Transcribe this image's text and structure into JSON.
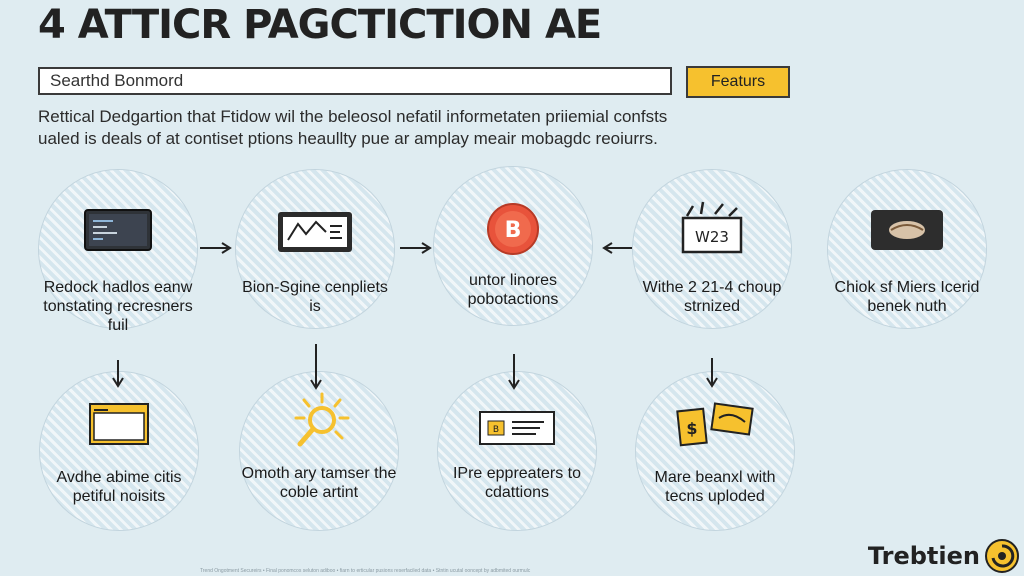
{
  "header": {
    "title": "4 ATTICR PAGCTICTION AE"
  },
  "search": {
    "placeholder": "Searthd Bonmord"
  },
  "toolbar": {
    "features_label": "Featurs"
  },
  "description": "Rettical Dedgartion that Ftidow wil the beleosol nefatil informetaten priiemial confsts ualed is deals of at contiset ptions heaullty pue ar amplay meair mobagdc reoiurrs.",
  "nodes": [
    {
      "label": "Redock hadlos eanw tonstating recresners fuil",
      "icon": "terminal-screen-icon"
    },
    {
      "label": "Bion-Sgine cenpliets is",
      "icon": "tablet-chart-icon"
    },
    {
      "label": "untor linores pobotactions",
      "icon": "bitcoin-coin-icon"
    },
    {
      "label": "Withe 2 21-4 choup strnized",
      "icon": "price-tag-icon"
    },
    {
      "label": "Chiok sf Miers Icerid benek nuth",
      "icon": "chip-card-icon"
    },
    {
      "label": "Avdhe abime citis petiful noisits",
      "icon": "browser-window-icon"
    },
    {
      "label": "Omoth ary tamser the coble artint",
      "icon": "magnifier-sun-icon"
    },
    {
      "label": "IPre eppreaters to cdattions",
      "icon": "id-card-icon"
    },
    {
      "label": "Mare beanxl with tecns uploded",
      "icon": "money-documents-icon"
    }
  ],
  "icon_texts": {
    "coin_symbol": "B",
    "tag_text": "W23",
    "card_text": "B",
    "money_symbol": "$"
  },
  "footer": {
    "brand": "Trebtien",
    "fineprint": "Trend Ongotment Secureirs • Final ponomcos seluton adiboo • fiarn to  erticular pusions reserfaciled data • Stntin ucutal ooncept by adbmited ourmulc"
  },
  "colors": {
    "background": "#dfecf1",
    "accent": "#f6c12e",
    "coin": "#e8533b",
    "node_fill": "#eaf3f7"
  }
}
